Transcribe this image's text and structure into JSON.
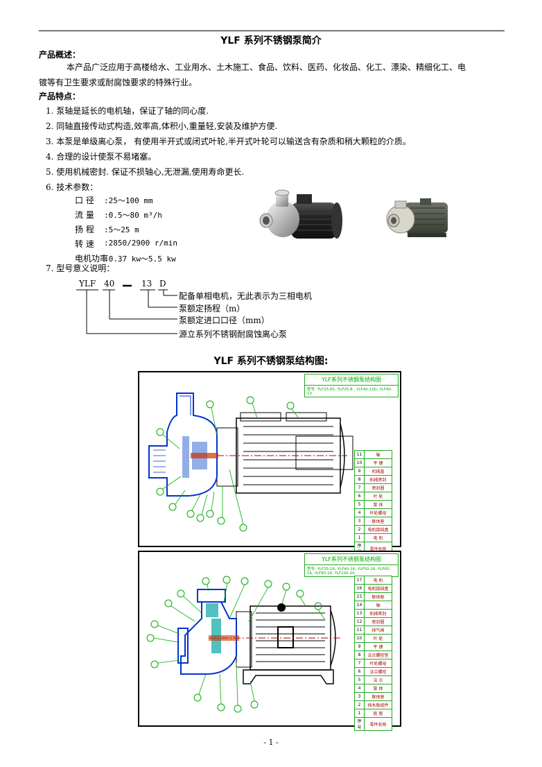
{
  "header": {
    "title": "YLF 系列不锈钢泵简介"
  },
  "overview": {
    "heading": "产品概述：",
    "line1": "本产品广泛应用于高楼给水、工业用水、土木施工、食品、饮料、医药、化妆品、化工、漂染、精细化工、电",
    "line2": "镀等有卫生要求或耐腐蚀要求的特殊行业。"
  },
  "features": {
    "heading": "产品特点：",
    "items": [
      "1. 泵轴是延长的电机轴，保证了轴的同心度.",
      "2. 同轴直接传动式构造,效率高,体积小,重量轻,安装及维护方便.",
      "3. 本泵是单级离心泵，  有使用半开式或闭式叶轮,半开式叶轮可以输送含有杂质和稍大颗粒的介质。",
      "4. 合理的设计使泵不易堵塞。",
      "5. 使用机械密封. 保证不损轴心,无泄漏,使用寿命更长.",
      "6. 技术参数："
    ]
  },
  "params": [
    {
      "label": "口    径",
      "value": ":25～100 mm"
    },
    {
      "label": "流    量",
      "value": ":0.5～80 m³/h"
    },
    {
      "label": "扬    程",
      "value": ":5～25 m"
    },
    {
      "label": "转    速",
      "value": ":2850/2900 r/min"
    },
    {
      "label": "电机功率",
      "value": ":0.37 kw～5.5 kw"
    }
  ],
  "model": {
    "heading": "7. 型号意义说明：",
    "parts": [
      "YLF",
      "40",
      "—",
      "13",
      "D"
    ],
    "meanings": [
      "配备单相电机，无此表示为三相电机",
      "泵额定扬程（m）",
      "泵额定进口口径（mm）",
      "源立系列不锈钢耐腐蚀离心泵"
    ]
  },
  "structure": {
    "heading": "YLF 系列不锈钢泵结构图:"
  },
  "drawing1": {
    "title": "YLF系列不锈钢泵结构图",
    "subtitle": "型号: YLF25-65, YLF25-8 , YLF40-13D, YLF40-13",
    "parts": [
      {
        "no": "11",
        "name": "轴"
      },
      {
        "no": "10",
        "name": "平  键"
      },
      {
        "no": "9",
        "name": "机械盖"
      },
      {
        "no": "8",
        "name": "机械密封"
      },
      {
        "no": "7",
        "name": "密封圈"
      },
      {
        "no": "6",
        "name": "叶  轮"
      },
      {
        "no": "5",
        "name": "泵  体"
      },
      {
        "no": "4",
        "name": "叶轮螺母"
      },
      {
        "no": "3",
        "name": "联体座"
      },
      {
        "no": "2",
        "name": "电机接线盒"
      },
      {
        "no": "1",
        "name": "电  机"
      },
      {
        "no": "序号",
        "name": "零件名称"
      }
    ]
  },
  "drawing2": {
    "title": "YLF系列不锈钢泵结构图",
    "subtitle": "型号: YLF25-16, YLF40-16, YLF50-16, YLF65-16, YLF80-16, YLF100-20",
    "parts": [
      {
        "no": "17",
        "name": "电  机"
      },
      {
        "no": "16",
        "name": "电机接线盒"
      },
      {
        "no": "15",
        "name": "联体座"
      },
      {
        "no": "14",
        "name": "轴"
      },
      {
        "no": "13",
        "name": "机械密封"
      },
      {
        "no": "12",
        "name": "密封圈"
      },
      {
        "no": "11",
        "name": "排气阀"
      },
      {
        "no": "10",
        "name": "叶  轮"
      },
      {
        "no": "9",
        "name": "平  键"
      },
      {
        "no": "8",
        "name": "法兰螺栓垫"
      },
      {
        "no": "7",
        "name": "叶轮螺母"
      },
      {
        "no": "6",
        "name": "法兰螺栓"
      },
      {
        "no": "5",
        "name": "法  兰"
      },
      {
        "no": "4",
        "name": "泵  体"
      },
      {
        "no": "3",
        "name": "联体座"
      },
      {
        "no": "2",
        "name": "挡水板组件"
      },
      {
        "no": "1",
        "name": "底  座"
      },
      {
        "no": "序号",
        "name": "零件名称"
      }
    ]
  },
  "footer": {
    "page": "- 1 -"
  }
}
